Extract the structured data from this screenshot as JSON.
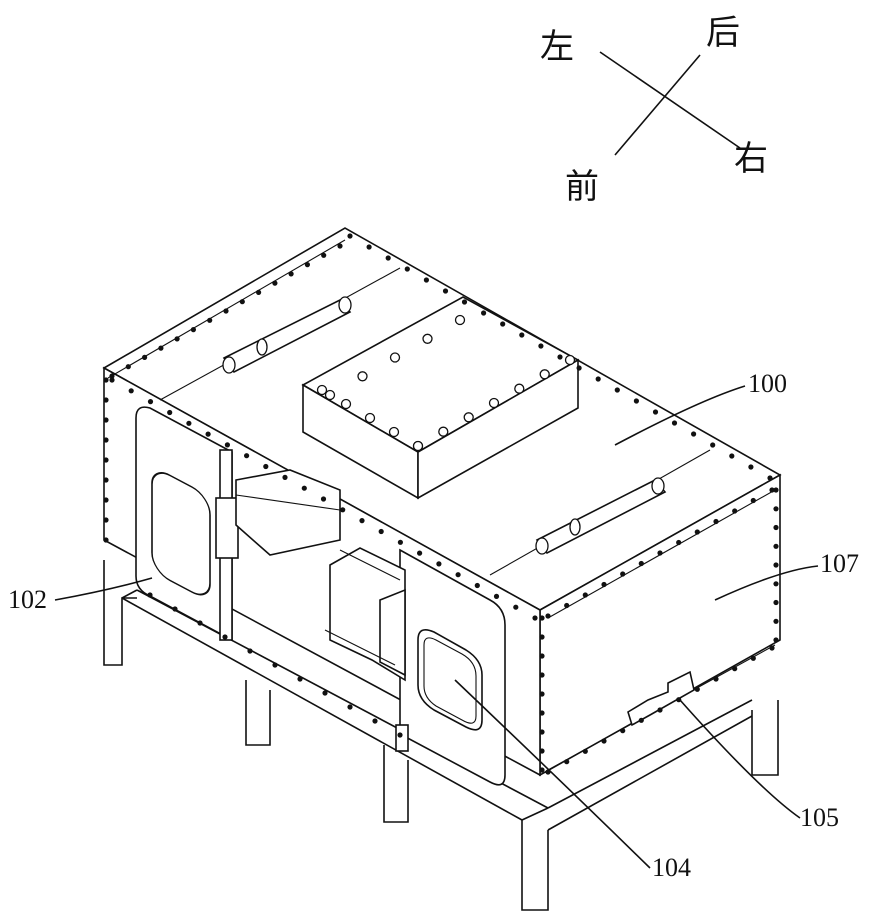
{
  "directions": {
    "left": "左",
    "back": "后",
    "right": "右",
    "front": "前"
  },
  "labels": {
    "l100": "100",
    "l107": "107",
    "l102": "102",
    "l105": "105",
    "l104": "104"
  }
}
